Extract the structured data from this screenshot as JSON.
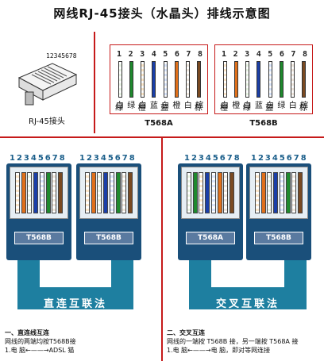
{
  "title": "网线RJ-45接头（水晶头）排线示意图",
  "plug": {
    "pin_label": "12345678",
    "caption": "RJ-45接头"
  },
  "pin_numbers": [
    "1",
    "2",
    "3",
    "4",
    "5",
    "6",
    "7",
    "8"
  ],
  "t568a": {
    "name": "T568A",
    "top_row": [
      "白",
      "绿",
      "白",
      "蓝",
      "白",
      "橙",
      "白",
      "棕"
    ],
    "bottom_row": [
      "绿",
      "",
      "橙",
      "",
      "蓝",
      "",
      "",
      "棕"
    ],
    "colors": [
      "#e9f5e4",
      "#1f8a2e",
      "#fbe6c9",
      "#1a3fa8",
      "#d9e5fb",
      "#e0701a",
      "#efe6dc",
      "#7a4a22"
    ]
  },
  "t568b": {
    "name": "T568B",
    "top_row": [
      "白",
      "橙",
      "白",
      "蓝",
      "白",
      "绿",
      "白",
      "棕"
    ],
    "bottom_row": [
      "橙",
      "",
      "绿",
      "",
      "蓝",
      "",
      "",
      "棕"
    ],
    "colors": [
      "#fbe6c9",
      "#e0701a",
      "#e9f5e4",
      "#1a3fa8",
      "#d9e5fb",
      "#1f8a2e",
      "#efe6dc",
      "#7a4a22"
    ]
  },
  "straight": {
    "pins_left": "12345678",
    "pins_right": "12345678",
    "badge_left": "T568B",
    "badge_right": "T568B",
    "label": "直连互联法",
    "colors_left": [
      "#fbe6c9",
      "#e0701a",
      "#e9f5e4",
      "#1a3fa8",
      "#d9e5fb",
      "#1f8a2e",
      "#efe6dc",
      "#7a4a22"
    ],
    "colors_right": [
      "#fbe6c9",
      "#e0701a",
      "#e9f5e4",
      "#1a3fa8",
      "#d9e5fb",
      "#1f8a2e",
      "#efe6dc",
      "#7a4a22"
    ]
  },
  "crossover": {
    "pins_left": "12345678",
    "pins_right": "12345678",
    "badge_left": "T568A",
    "badge_right": "T568B",
    "label": "交叉互联法",
    "colors_left": [
      "#e9f5e4",
      "#1f8a2e",
      "#fbe6c9",
      "#1a3fa8",
      "#d9e5fb",
      "#e0701a",
      "#efe6dc",
      "#7a4a22"
    ],
    "colors_right": [
      "#fbe6c9",
      "#e0701a",
      "#e9f5e4",
      "#1a3fa8",
      "#d9e5fb",
      "#1f8a2e",
      "#efe6dc",
      "#7a4a22"
    ]
  },
  "notes_left": {
    "heading": "一、直连线互连",
    "line1": "网线的两端均按T568B接",
    "line2": "1.电 脑←——→ADSL 猫"
  },
  "notes_right": {
    "heading": "二、交叉互连",
    "line1": "网线的一端按 T568B 接，另一端按 T568A 接",
    "line2": "1.电 脑←——→电 脑，即对等网连接"
  },
  "accent_colors": {
    "frame_red": "#c61a1a",
    "bar_teal": "#1e7fa0",
    "badge_blue": "#5a7aa0"
  }
}
